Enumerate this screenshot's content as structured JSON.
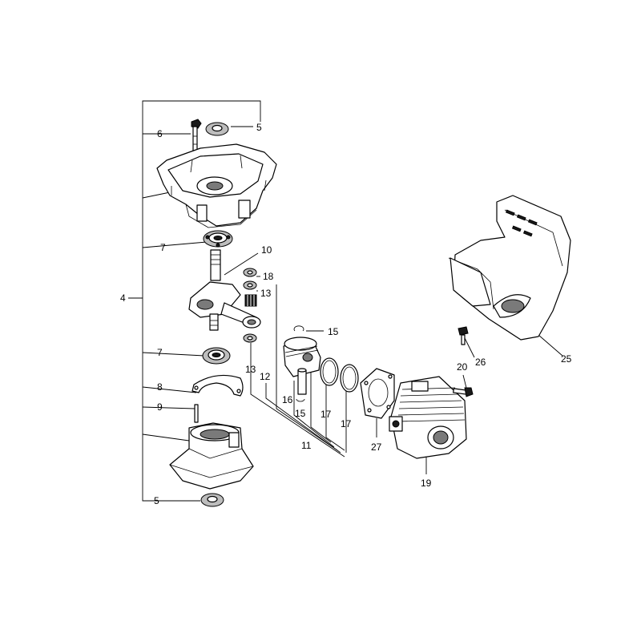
{
  "callouts": {
    "c4": "4",
    "c5a": "5",
    "c5b": "5",
    "c6": "6",
    "c7a": "7",
    "c7b": "7",
    "c8": "8",
    "c9": "9",
    "c10": "10",
    "c11": "11",
    "c12": "12",
    "c13a": "13",
    "c13b": "13",
    "c15a": "15",
    "c15b": "15",
    "c16": "16",
    "c17a": "17",
    "c17b": "17",
    "c18": "18",
    "c19": "19",
    "c20": "20",
    "c25": "25",
    "c26": "26",
    "c27": "27"
  },
  "colors": {
    "line": "#000000",
    "background": "#ffffff"
  }
}
